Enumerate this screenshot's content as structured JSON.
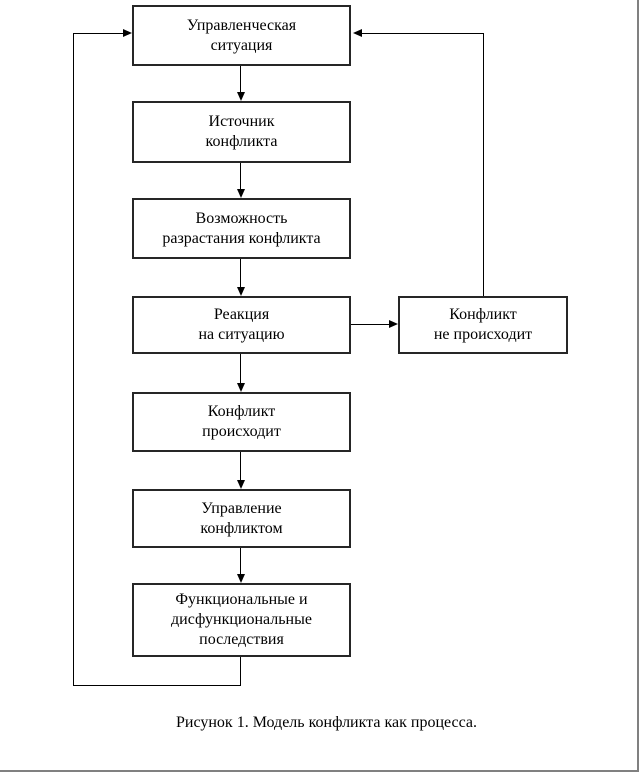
{
  "diagram": {
    "caption": "Рисунок 1. Модель конфликта как процесса.",
    "nodes": {
      "situation": {
        "line1": "Управленческая",
        "line2": "ситуация"
      },
      "source": {
        "line1": "Источник",
        "line2": "конфликта"
      },
      "escalation": {
        "line1": "Возможность",
        "line2": "разрастания конфликта"
      },
      "reaction": {
        "line1": "Реакция",
        "line2": "на ситуацию"
      },
      "no_conflict": {
        "line1": "Конфликт",
        "line2": "не происходит"
      },
      "conflict_occurs": {
        "line1": "Конфликт",
        "line2": "происходит"
      },
      "management": {
        "line1": "Управление",
        "line2": "конфликтом"
      },
      "consequences": {
        "line1": "Функциональные и",
        "line2": "дисфункциональные",
        "line3": "последствия"
      }
    },
    "colors": {
      "line": "#000000",
      "box_border": "#262626",
      "page_border": "#808080",
      "background": "#ffffff",
      "text": "#000000"
    }
  }
}
